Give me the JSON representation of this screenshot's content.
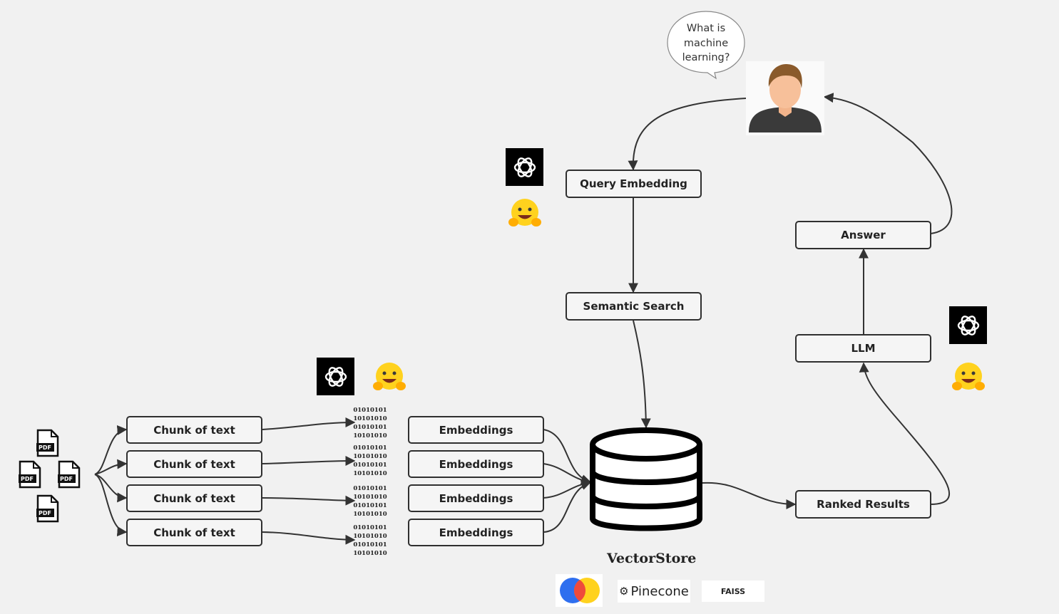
{
  "speech_bubble": {
    "lines": [
      "What is",
      "machine",
      "learning?"
    ]
  },
  "boxes": {
    "query_embedding": "Query Embedding",
    "semantic_search": "Semantic Search",
    "answer": "Answer",
    "llm": "LLM",
    "ranked_results": "Ranked Results",
    "chunks": [
      "Chunk of text",
      "Chunk of text",
      "Chunk of text",
      "Chunk of text"
    ],
    "embeddings": [
      "Embeddings",
      "Embeddings",
      "Embeddings",
      "Embeddings"
    ]
  },
  "binary_blocks": [
    [
      "01010101",
      "10101010",
      "01010101",
      "10101010"
    ],
    [
      "01010101",
      "10101010",
      "01010101",
      "10101010"
    ],
    [
      "01010101",
      "10101010",
      "01010101",
      "10101010"
    ],
    [
      "01010101",
      "10101010",
      "01010101",
      "10101010"
    ]
  ],
  "pdf_label": "PDF",
  "vectorstore_label": "VectorStore",
  "brands": {
    "pinecone": "Pinecone",
    "faiss": "FAISS"
  },
  "icons": [
    "openai-icon",
    "huggingface-icon",
    "pdf-file-icon",
    "user-avatar",
    "database-icon",
    "chroma-logo",
    "pinecone-logo",
    "faiss-logo"
  ],
  "colors": {
    "background": "#f1f1f1",
    "box_border": "#2f2f2f",
    "arrow": "#333333"
  }
}
